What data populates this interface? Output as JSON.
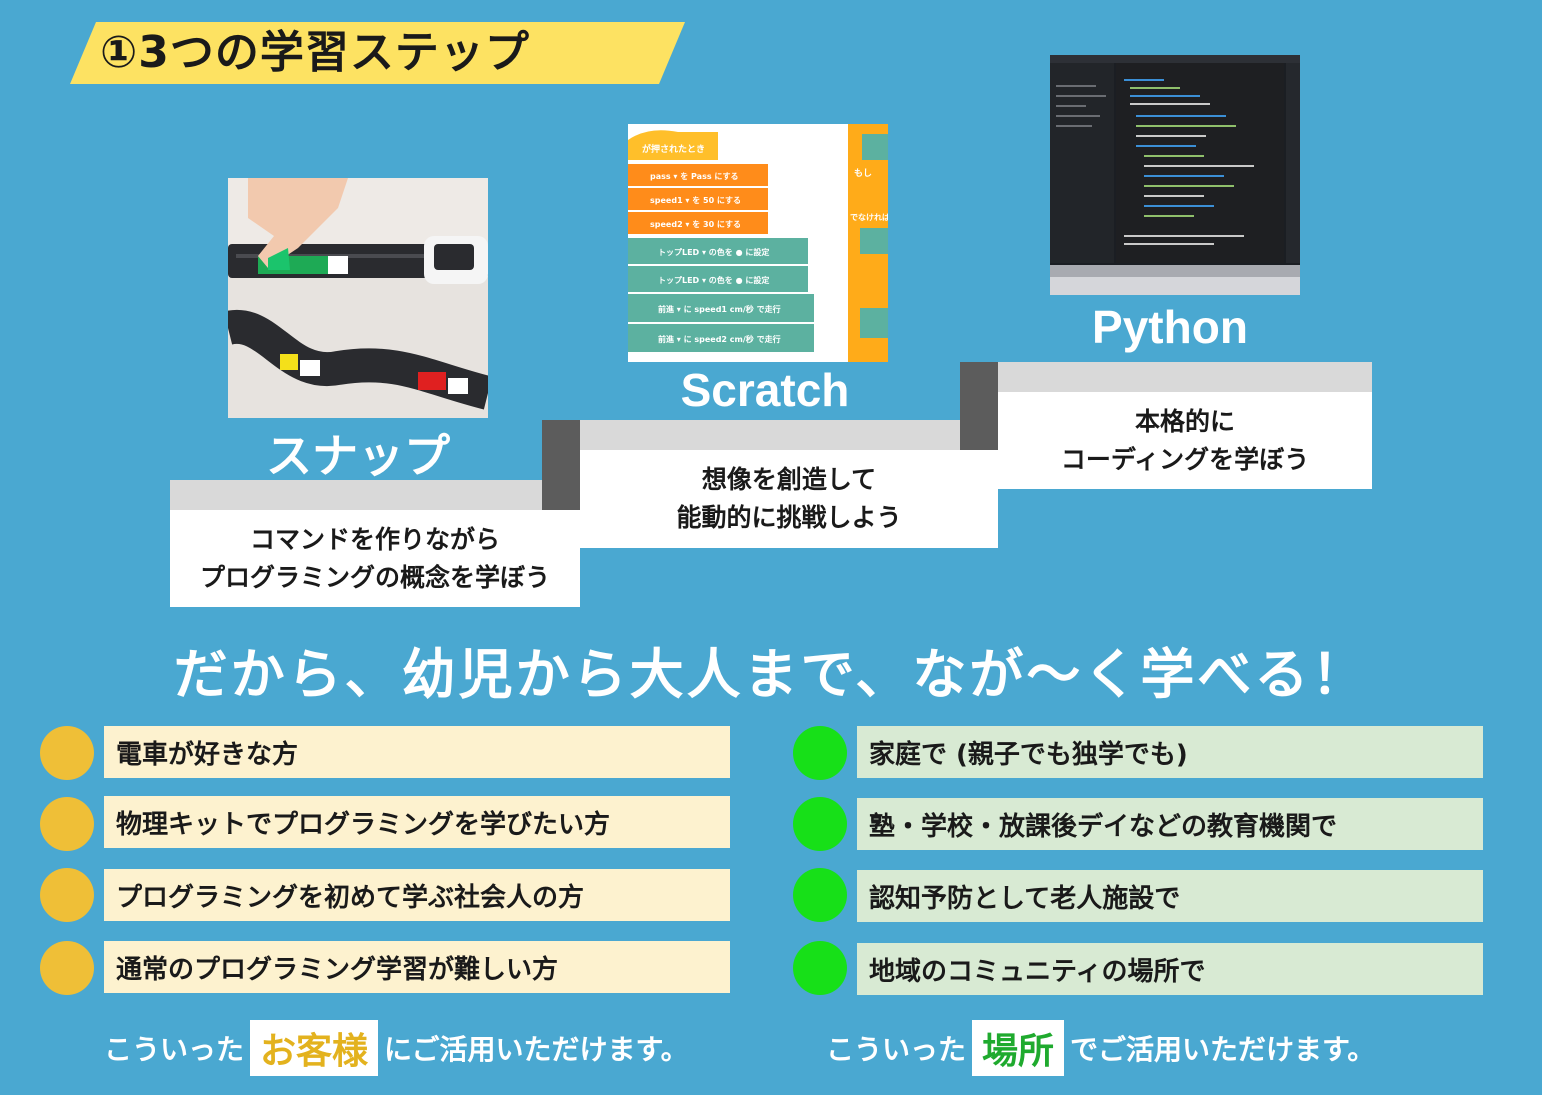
{
  "title": "①3つの学習ステップ",
  "steps": [
    {
      "name": "スナップ",
      "line1": "コマンドを作りながら",
      "line2": "プログラミングの概念を学ぼう"
    },
    {
      "name": "Scratch",
      "line1": "想像を創造して",
      "line2": "能動的に挑戦しよう"
    },
    {
      "name": "Python",
      "line1": "本格的に",
      "line2": "コーディングを学ぼう"
    }
  ],
  "scratch_blocks": {
    "hat": "が押されたとき",
    "b1": "pass ▾ を Pass にする",
    "b2": "speed1 ▾ を 50 にする",
    "b3": "speed2 ▾ を 30 にする",
    "b4": "トップLED ▾ の色を ● に設定",
    "b5": "トップLED ▾ の色を ● に設定",
    "b6": "前進 ▾ に speed1 cm/秒 で走行",
    "b7": "前進 ▾ に speed2 cm/秒 で走行",
    "side1": "もし",
    "side2": "でなければ"
  },
  "headline": "だから、幼児から大人まで、なが～く学べる！",
  "customers": [
    "電車が好きな方",
    "物理キットでプログラミングを学びたい方",
    "プログラミングを初めて学ぶ社会人の方",
    "通常のプログラミング学習が難しい方"
  ],
  "places": [
    "家庭で  (親子でも独学でも)",
    "塾・学校・放課後デイなどの教育機関で",
    "認知予防として老人施設で",
    "地域のコミュニティの場所で"
  ],
  "footer_left": {
    "pre": "こういった",
    "highlight": "お客様",
    "post": "にご活用いただけます。"
  },
  "footer_right": {
    "pre": "こういった",
    "highlight": "場所",
    "post": "でご活用いただけます。"
  },
  "colors": {
    "background": "#4aa8d1",
    "banner": "#fde262",
    "customer_dot": "#efbf37",
    "customer_box": "#fdf2cf",
    "place_dot": "#17e018",
    "place_box": "#d8ead3",
    "highlight_customer": "#e3b21e",
    "highlight_place": "#1faa2e"
  }
}
